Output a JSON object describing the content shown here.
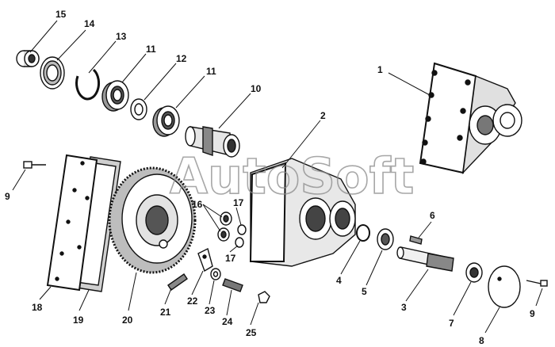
{
  "watermark": "AutoSoft",
  "callouts": [
    {
      "key": "c15",
      "label": "15"
    },
    {
      "key": "c14",
      "label": "14"
    },
    {
      "key": "c13",
      "label": "13"
    },
    {
      "key": "c11a",
      "label": "11"
    },
    {
      "key": "c12",
      "label": "12"
    },
    {
      "key": "c11b",
      "label": "11"
    },
    {
      "key": "c10",
      "label": "10"
    },
    {
      "key": "c1",
      "label": "1"
    },
    {
      "key": "c2",
      "label": "2"
    },
    {
      "key": "c9a",
      "label": "9"
    },
    {
      "key": "c16",
      "label": "16"
    },
    {
      "key": "c17a",
      "label": "17"
    },
    {
      "key": "c17b",
      "label": "17"
    },
    {
      "key": "c6",
      "label": "6"
    },
    {
      "key": "c4",
      "label": "4"
    },
    {
      "key": "c5",
      "label": "5"
    },
    {
      "key": "c3",
      "label": "3"
    },
    {
      "key": "c7",
      "label": "7"
    },
    {
      "key": "c8",
      "label": "8"
    },
    {
      "key": "c9b",
      "label": "9"
    },
    {
      "key": "c18",
      "label": "18"
    },
    {
      "key": "c19",
      "label": "19"
    },
    {
      "key": "c20",
      "label": "20"
    },
    {
      "key": "c21",
      "label": "21"
    },
    {
      "key": "c22",
      "label": "22"
    },
    {
      "key": "c23",
      "label": "23"
    },
    {
      "key": "c24",
      "label": "24"
    },
    {
      "key": "c25",
      "label": "25"
    }
  ]
}
